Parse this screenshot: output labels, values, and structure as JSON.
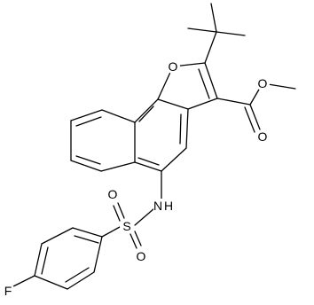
{
  "atoms": {
    "O_furan": "O",
    "O_ester_single": "O",
    "O_ester_double": "O",
    "N_amine": "N",
    "H_amine": "H",
    "S_sulfonyl": "S",
    "O_sulfonyl_left": "O",
    "O_sulfonyl_right": "O",
    "F_fluoro": "F"
  }
}
